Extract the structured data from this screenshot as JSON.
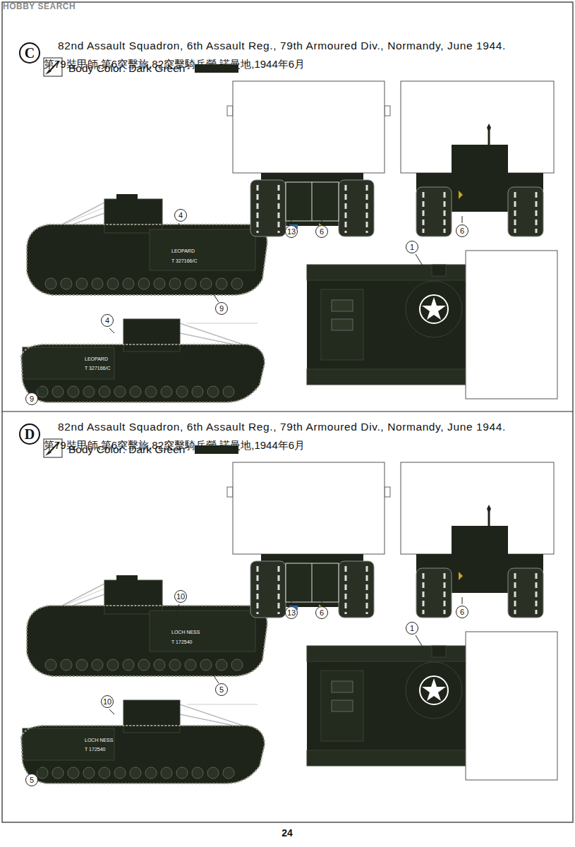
{
  "diagram": {
    "nodes": [
      {
        "text": [
          "C"
        ]
      },
      {
        "text": [
          "D"
        ]
      }
    ],
    "labels": [
      "HOBBY SEARCH",
      "82nd Assault Squadron, 6th Assault Reg., 79th Armoured Div., Normandy, June 1944.",
      "第79裝甲師,第6突擊旅,82突擊騎兵營,諾曼地,1944年6月",
      "4",
      "9",
      "4",
      "9",
      "13",
      "6",
      "6",
      "1",
      "LEOPARD",
      "T 327166/C",
      "LEOPARD",
      "T 327166/C",
      "82nd Assault Squadron, 6th Assault Reg., 79th Armoured Div., Normandy, June 1944.",
      "第79裝甲師,第6突擊旅,82突擊騎兵營,諾曼地,1944年6月",
      "10",
      "5",
      "10",
      "5",
      "13",
      "6",
      "6",
      "1",
      "LOCH NESS",
      "T 172540",
      "LOCH NESS",
      "T 172540",
      "24"
    ],
    "legend": [
      {
        "text": "Body Color: Dark Green",
        "color": "#1e2419"
      },
      {
        "text": "Body Color: Dark Green",
        "color": "#1e2419"
      }
    ]
  }
}
